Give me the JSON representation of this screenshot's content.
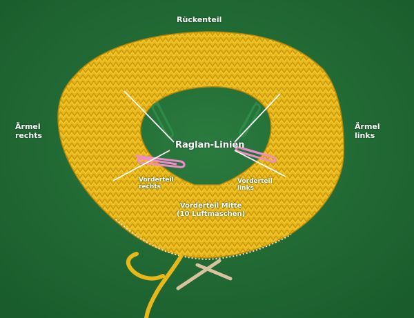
{
  "labels": {
    "back": "Rückenteil",
    "sleeve_right": [
      "Ärmel",
      "rechts"
    ],
    "sleeve_left": [
      "Ärmel",
      "links"
    ],
    "raglan": "Raglan-Linien",
    "front_right": [
      "Vorderteil",
      "rechts"
    ],
    "front_left": [
      "Vorderteil",
      "links"
    ],
    "front_center": [
      "Vorderteil Mitte",
      "(10 Luftmaschen)"
    ]
  },
  "colors": {
    "background": "#1f6b33",
    "yarn": "#e8b81a",
    "yarn_shadow": "#c8960e",
    "pointer_lines": "#ffffff",
    "clip_green": "#2f8a46",
    "clip_pink": "#f08cc8",
    "needle": "#d8c2a0",
    "label_text": "#ffffff"
  }
}
